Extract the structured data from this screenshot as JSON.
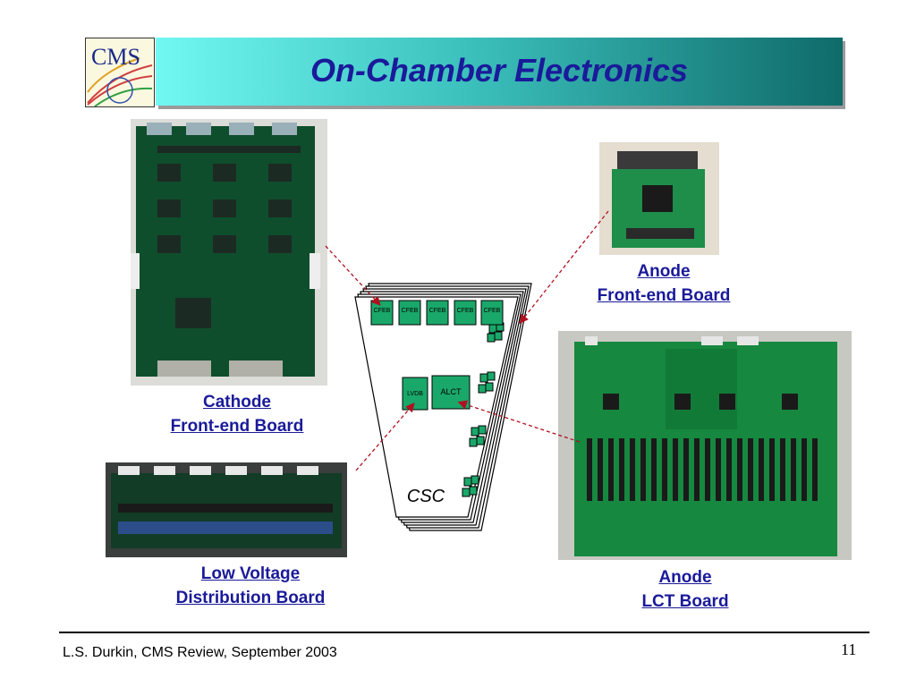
{
  "title": "On-Chamber Electronics",
  "logo": {
    "text": "CMS"
  },
  "labels": {
    "cathode_line1": "Cathode",
    "cathode_line2": "Front-end Board",
    "anode_fe_line1": "Anode",
    "anode_fe_line2": "Front-end Board",
    "lv_line1": "Low Voltage",
    "lv_line2": "Distribution Board",
    "anode_lct_line1": "Anode",
    "anode_lct_line2": "LCT Board"
  },
  "diagram": {
    "cfeb_labels": [
      "CFEB",
      "CFEB",
      "CFEB",
      "CFEB",
      "CFEB"
    ],
    "lvdb_label": "LVDB",
    "alct_label": "ALCT",
    "csc_label": "CSC"
  },
  "footer": {
    "author": "L.S. Durkin,  CMS Review,  September 2003",
    "page": "11"
  },
  "colors": {
    "title_text": "#1a1a9a",
    "label_text": "#1a1a9a",
    "board_green": "#1aa86a",
    "leader_line": "#b01020"
  }
}
